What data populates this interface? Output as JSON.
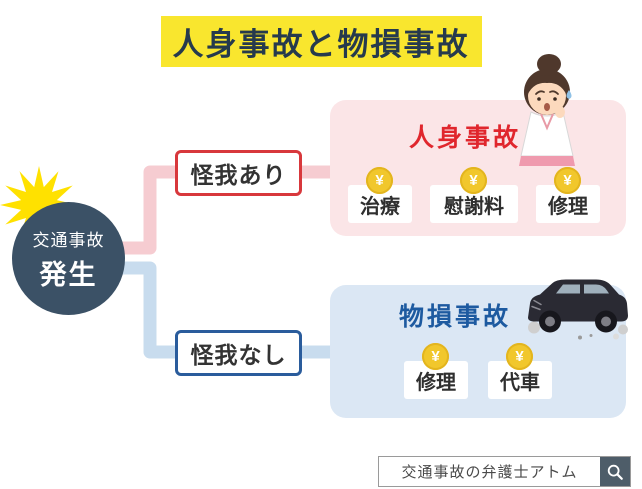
{
  "title": "人身事故と物損事故",
  "origin": {
    "line1": "交通事故",
    "line2": "発生"
  },
  "branch_injury": {
    "label": "怪我あり",
    "panel_title": "人身事故",
    "items": [
      "治療",
      "慰謝料",
      "修理"
    ]
  },
  "branch_no_injury": {
    "label": "怪我なし",
    "panel_title": "物損事故",
    "items": [
      "修理",
      "代車"
    ]
  },
  "coin_symbol": "¥",
  "footer": {
    "brand": "交通事故の弁護士アトム"
  },
  "icons": {
    "burst": "starburst-icon",
    "coin": "yen-coin-icon",
    "woman": "worried-woman-icon",
    "car": "damaged-car-icon",
    "search": "search-icon"
  },
  "colors": {
    "highlight_yellow": "#f9e62e",
    "title_navy": "#263a4d",
    "accent_red": "#d8383c",
    "accent_blue": "#2a5c9c",
    "panel_pink": "#fbe5e7",
    "panel_blue": "#dbe7f4",
    "connector_pink": "#f6ccd1",
    "connector_blue": "#c8dcee",
    "origin_navy": "#3b5166",
    "coin_yellow": "#f1c72c",
    "star_yellow": "#ffe100"
  }
}
